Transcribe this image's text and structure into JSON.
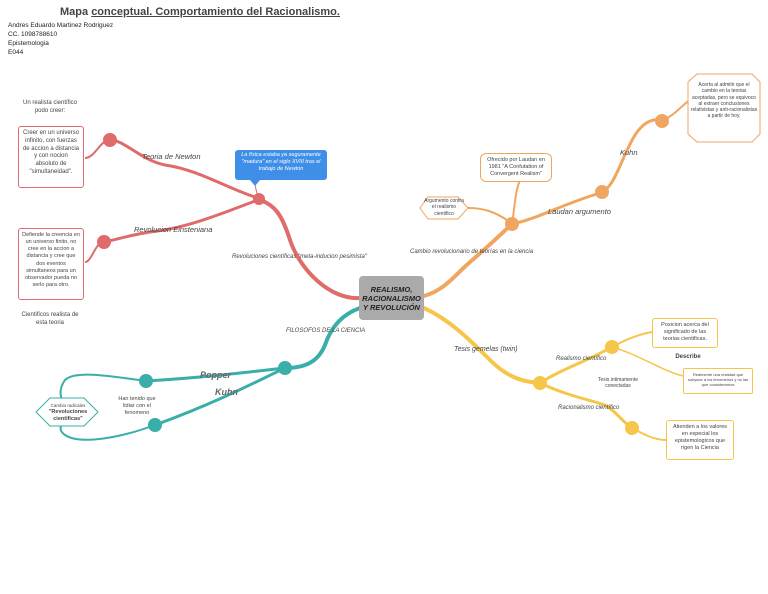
{
  "header": {
    "title_prefix": "Mapa ",
    "title_underlined": "conceptual. Comportamiento del Racionalismo.",
    "author": "Andres Eduardo Martinez Rodriguez",
    "id": "CC. 1098788610",
    "subject": "Epistemologia",
    "code": "E044"
  },
  "center": "REALISMO, RACIONALISMO Y REVOLUCIÓN",
  "colors": {
    "red": "#e06b6b",
    "orange": "#f0a660",
    "yellow": "#f5c64a",
    "teal": "#3aaea8",
    "blue": "#3f8fe8"
  },
  "red_branch": {
    "label": "Revoluciones científicas \"meta-inducion pesimista\"",
    "callout": "La física estaba ya seguramente \"madura\" en el siglo XVIII tras el trabajo de Newton",
    "newton": "Teoria de Newton",
    "einstein": "Revolucion Einsteniana",
    "realist_note": "Un realista científico podo creer:",
    "newton_box": "Creer en un universo infinito, con fuerzas de accion a distancia y con nocion absoluto de \"simultaneidad\".",
    "einstein_box": "Defiende la creencia en un universo finito, no cree en la accion a distancia y cree que dos eventos simultaneos para un observador pueda no serlo para otro.",
    "scientists_note": "Cientificos realista de esta teoria"
  },
  "orange_branch": {
    "label": "Cambio revolucionario de teorías en la ciencia",
    "laudan": "Laudan argumento",
    "kuhn": "Kuhn",
    "laudan_box": "Ofrecido por Laudan en 1981 \"A Confutation of Convergent Realism\"",
    "argument_box": "Argumento contra el realismo cientifico",
    "kuhn_box": "Acerta al admitir que el cambio en la teorias aceptadas, pero se equivoco al extraer conclusiones relativistas y anti-racionalistas a partir de hoy."
  },
  "yellow_branch": {
    "label": "Tesis gemelas (twin)",
    "realismo": "Realismo científico",
    "racionalismo": "Racionalismo científico",
    "mid_note": "Tesis intimamente conectadas",
    "realismo_box": "Posicion acerca del significado de las teorias cientificas.",
    "describe": "Describe",
    "describe_box": "Realmente una realidad que subyace a los fenomenos y no las que consideramos",
    "racionalismo_box": "Atienden a los valores en especial los epistemologicos que rigen la Ciencia"
  },
  "teal_branch": {
    "label": "FILOSOFOS  DE LA CIENCIA",
    "popper": "Popper",
    "kuhn": "Kuhn",
    "mid_note": "Han tenido que lidiar con el fenomeno",
    "diamond_top": "Cambio radicales",
    "diamond_main": "\"Revoluciones cientificas\""
  }
}
